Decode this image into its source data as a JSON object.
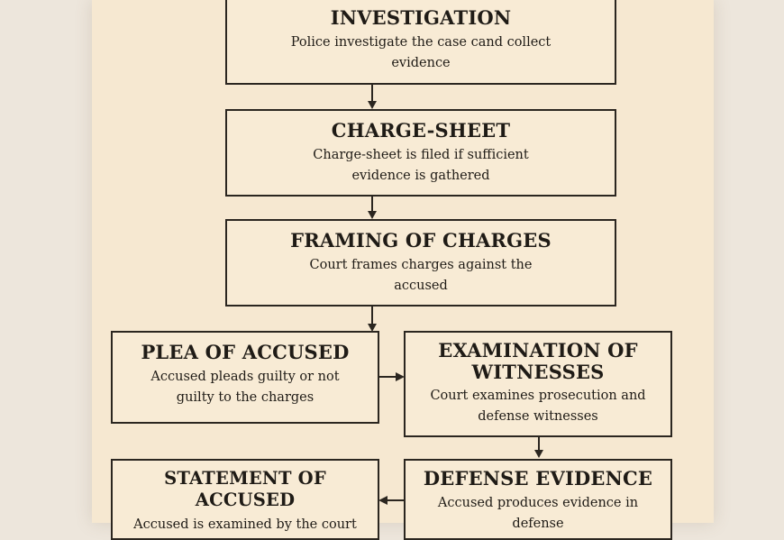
{
  "steps": {
    "investigation": {
      "title": "INVESTIGATION",
      "desc": "Police investigate the case cand collect evidence"
    },
    "charge_sheet": {
      "title": "CHARGE-SHEET",
      "desc": "Charge-sheet is filed if sufficient evidence is gathered"
    },
    "framing": {
      "title": "FRAMING OF CHARGES",
      "desc": "Court frames charges against the accused"
    },
    "plea": {
      "title": "PLEA OF ACCUSED",
      "desc": "Accused pleads guilty or not guilty to the charges"
    },
    "witnesses": {
      "title": "EXAMINATION OF WITNESSES",
      "desc": "Court examines prosecution and defense witnesses"
    },
    "statement": {
      "title": "STATEMENT OF ACCUSED",
      "desc": "Accused is examined by the court"
    },
    "defense": {
      "title": "DEFENSE EVIDENCE",
      "desc": "Accused produces evidence in defense"
    }
  }
}
